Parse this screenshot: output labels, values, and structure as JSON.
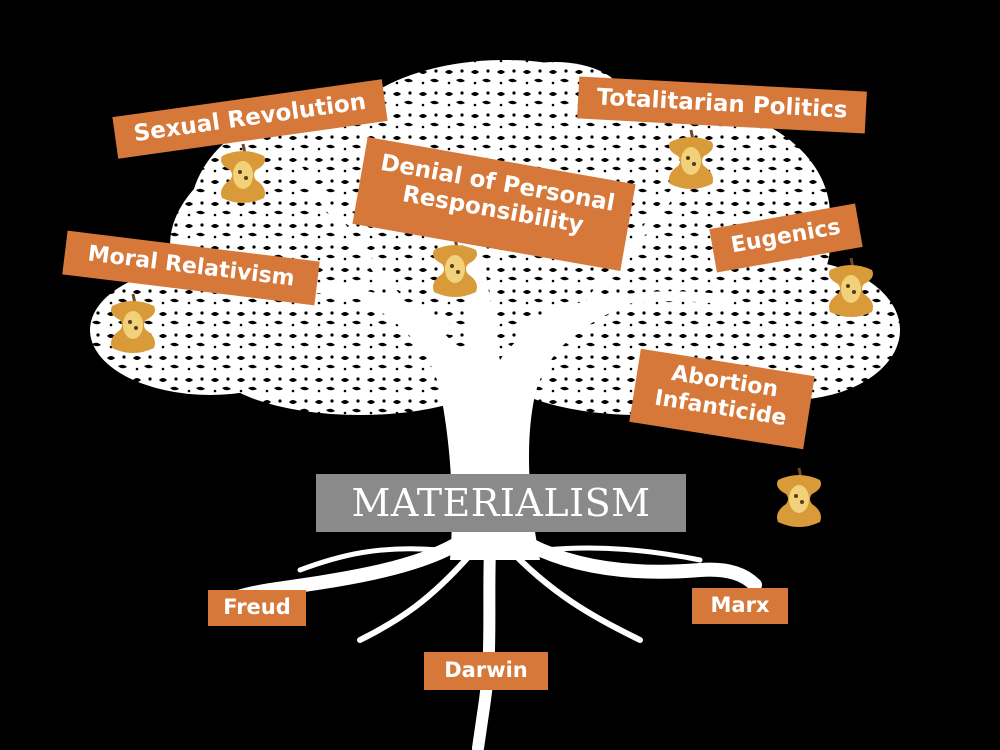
{
  "labels": {
    "sexual_revolution": "Sexual Revolution",
    "totalitarian_politics": "Totalitarian Politics",
    "denial_line1": "Denial of Personal",
    "denial_line2": "Responsibility",
    "moral_relativism": "Moral Relativism",
    "eugenics": "Eugenics",
    "abortion_line1": "Abortion",
    "abortion_line2": "Infanticide",
    "materialism": "MATERIALISM",
    "freud": "Freud",
    "marx": "Marx",
    "darwin": "Darwin"
  },
  "colors": {
    "background": "#000000",
    "label_orange": "#d6783a",
    "materialism_gray": "#8a8a8a",
    "tree": "#ffffff"
  },
  "icons": {
    "apple_core": "apple-core-icon",
    "tree": "tree-illustration"
  }
}
